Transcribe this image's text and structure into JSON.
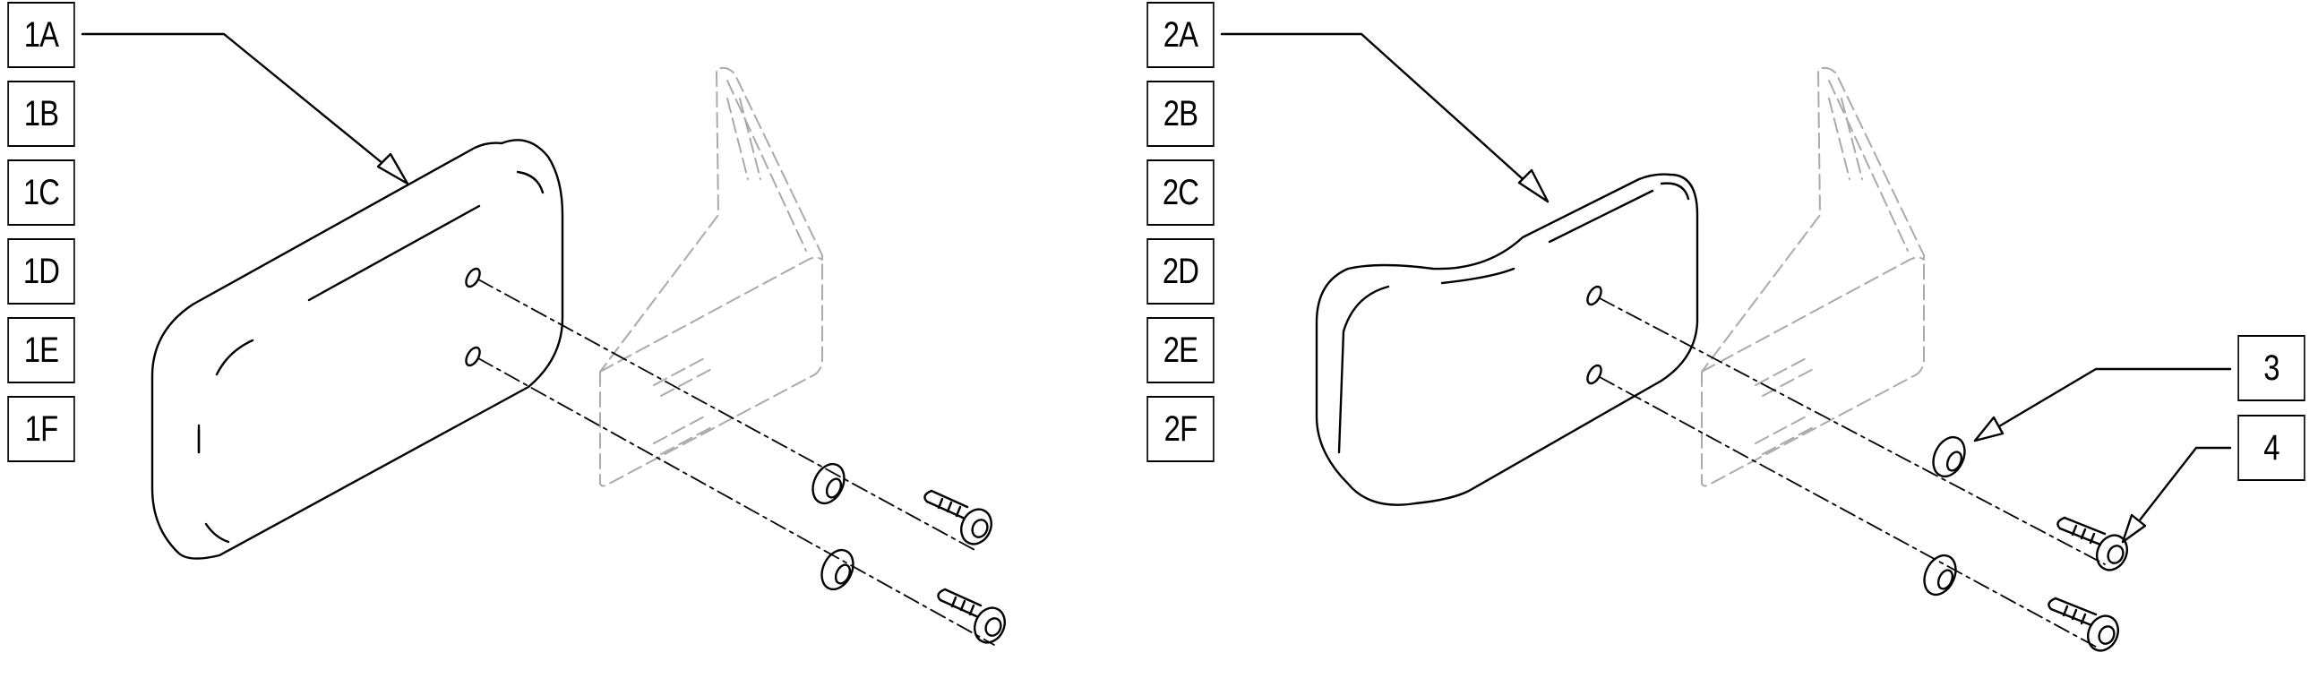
{
  "diagram": {
    "left_assembly": {
      "callouts": [
        "1A",
        "1B",
        "1C",
        "1D",
        "1E",
        "1F"
      ]
    },
    "right_assembly": {
      "callouts": [
        "2A",
        "2B",
        "2C",
        "2D",
        "2E",
        "2F"
      ]
    },
    "part_callouts": {
      "washer": "3",
      "screw": "4"
    }
  }
}
